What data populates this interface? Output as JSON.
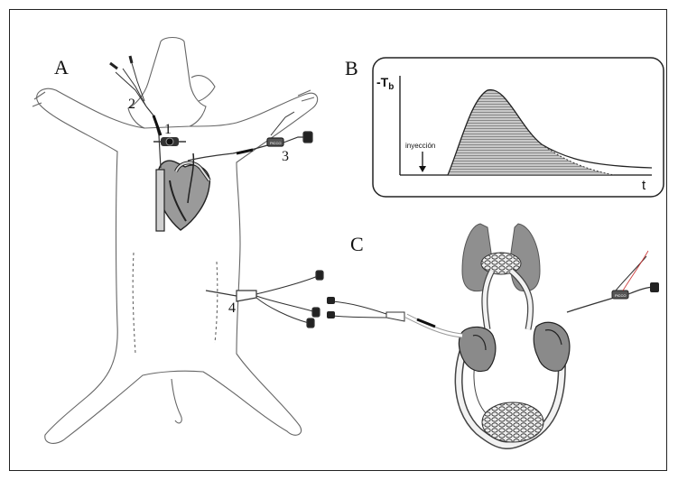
{
  "panels": {
    "a": "A",
    "b": "B",
    "c": "C"
  },
  "parts": {
    "p1": "1",
    "p2": "2",
    "p3": "3",
    "p4": "4"
  },
  "chart": {
    "ylabel": "-T",
    "ylabel_sub": "b",
    "xlabel": "t",
    "annotation": "inyección"
  },
  "device_label": "PiCCO",
  "colors": {
    "outline": "#555555",
    "organ_fill": "#8a8a8a",
    "curve_fill": "#c8c8c8",
    "dark": "#222222"
  }
}
